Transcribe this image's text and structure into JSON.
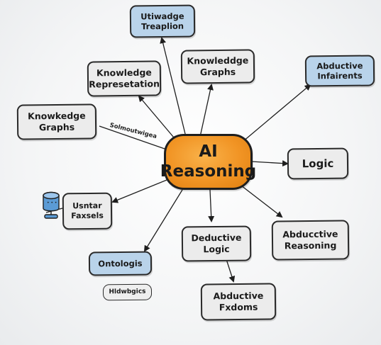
{
  "diagram": {
    "center": "AI\nReasoning",
    "nodes": {
      "top_blue": "Utiwadge\nTreaplion",
      "knowledge_graphs_top": "Knowleddge\nGraphs",
      "abductive_inferents": "Abductive\nInfairents",
      "knowledge_representation": "Knowledge\nRepresetation",
      "knowkedge_graphs_left": "Knowkedge\nGraphs",
      "logic": "Logic",
      "usntar_faxsels": "Usntar\nFaxsels",
      "deductive_logic": "Deductive\nLogic",
      "abducctive_reasoning": "Abducctive\nReasoning",
      "ontologis": "Ontologis",
      "hldwbgics": "Hldwbgics",
      "abductive_fxdoms": "Abductive\nFxdoms"
    },
    "edge_label": "Solmoutwigea"
  },
  "colors": {
    "center_fill": "#f19424",
    "blue_fill": "#b9d3ea",
    "grey_fill": "#ececec",
    "stroke": "#2a2a2a"
  },
  "icons": [
    "database-icon"
  ]
}
